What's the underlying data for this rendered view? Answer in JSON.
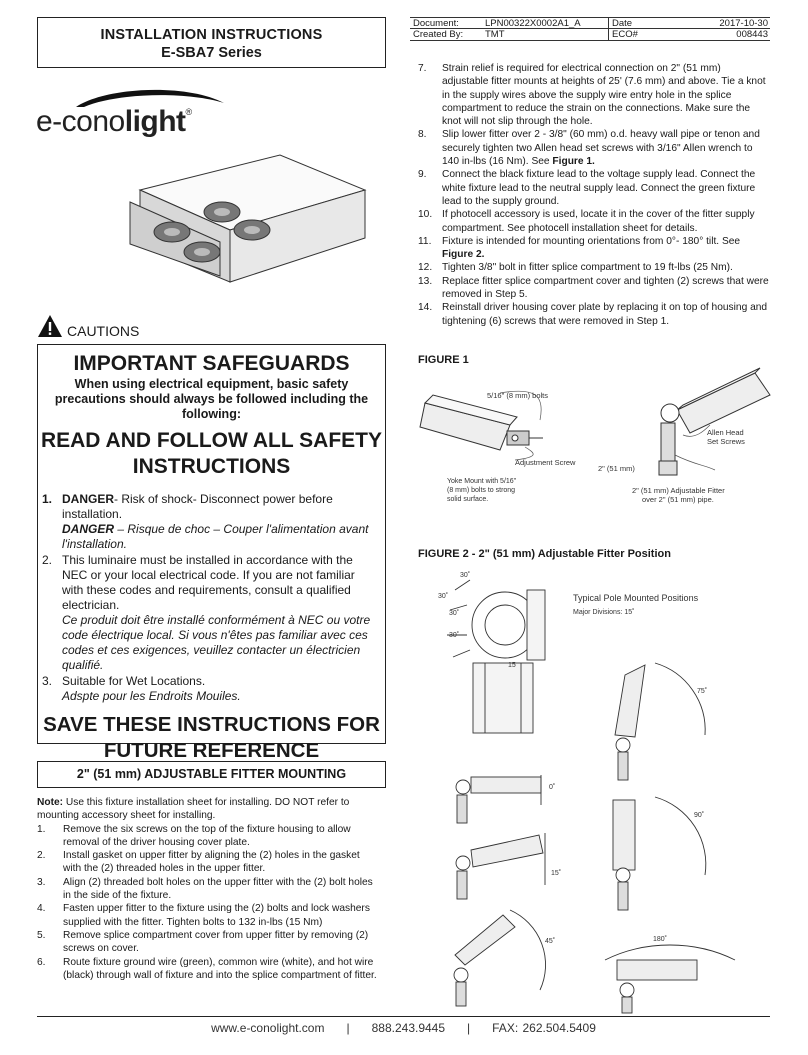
{
  "header": {
    "title": "INSTALLATION INSTRUCTIONS",
    "series": "E-SBA7 Series"
  },
  "meta": {
    "document_label": "Document:",
    "document_value": "LPN00322X0002A1_A",
    "date_label": "Date",
    "date_value": "2017-10-30",
    "created_label": "Created By:",
    "created_value": "TMT",
    "eco_label": "ECO#",
    "eco_value": "008443"
  },
  "logo": {
    "light": "e-cono",
    "bold": "light",
    "reg": "®"
  },
  "cautions": {
    "label": "CAUTIONS"
  },
  "safeguards": {
    "title": "IMPORTANT SAFEGUARDS",
    "subtitle": "When using electrical equipment, basic safety precautions should always be followed including the following:",
    "read": "READ AND FOLLOW ALL SAFETY INSTRUCTIONS",
    "items": [
      {
        "num": "1.",
        "en_bold": "DANGER",
        "en": "- Risk of shock- Disconnect power before installation.",
        "fr_bold": "DANGER",
        "fr": " – Risque de choc – Couper l'alimentation avant l'installation."
      },
      {
        "num": "2.",
        "en_bold": "",
        "en": "This luminaire must be installed in accordance with the NEC or your local electrical code. If you are not familiar with these codes and requirements, consult a qualified electrician.",
        "fr_bold": "",
        "fr": "Ce produit doit être installé conformément à NEC ou votre code électrique local. Si vous n'êtes pas familiar avec ces codes et ces exigences, veuillez contacter un électricien qualifié."
      },
      {
        "num": "3.",
        "en_bold": "",
        "en": "Suitable for Wet Locations.",
        "fr_bold": "",
        "fr": "Adspte pour les Endroits Mouiles."
      }
    ],
    "save": "SAVE THESE INSTRUCTIONS FOR FUTURE REFERENCE"
  },
  "fitter": {
    "heading": "2\" (51 mm) ADJUSTABLE FITTER MOUNTING",
    "note_bold": "Note:",
    "note": " Use this fixture installation sheet for installing. DO NOT refer to mounting accessory sheet for installing.",
    "steps_left": [
      {
        "num": "1.",
        "text": "Remove the six screws on the top of the fixture housing to allow removal of the driver housing cover plate."
      },
      {
        "num": "2.",
        "text": " Install gasket on upper fitter by aligning the (2) holes in the gasket with the (2) threaded holes in the upper fitter."
      },
      {
        "num": "3.",
        "text": "Align (2) threaded bolt holes on the upper fitter with the (2) bolt holes in the side of the fixture."
      },
      {
        "num": "4.",
        "text": "Fasten upper fitter to the fixture using the (2) bolts and lock washers supplied with the fitter. Tighten bolts to 132 in-lbs (15 Nm)"
      },
      {
        "num": "5.",
        "text": " Remove splice compartment cover from upper fitter by removing (2) screws on cover."
      },
      {
        "num": "6.",
        "text": "Route fixture ground wire (green), common wire (white), and hot wire (black) through wall of fixture and into the splice compartment of fitter."
      }
    ],
    "steps_right": [
      {
        "num": "7.",
        "text": "Strain relief is required for electrical connection on 2\" (51 mm) adjustable fitter mounts at heights of 25' (7.6 mm) and above. Tie a knot in the supply wires above the supply wire entry hole in the splice compartment to reduce the strain on the connections. Make sure the knot will not slip through the hole.",
        "ref": ""
      },
      {
        "num": "8.",
        "text": "Slip lower fitter over 2 - 3/8\" (60 mm) o.d. heavy wall pipe or tenon and securely tighten two Allen head set screws with 3/16\" Allen wrench to 140 in-lbs (16 Nm). See ",
        "ref": "Figure 1."
      },
      {
        "num": "9.",
        "text": "Connect the black fixture lead to the voltage supply lead. Connect the white fixture lead to the neutral supply lead. Connect the green fixture lead to the supply ground.",
        "ref": ""
      },
      {
        "num": "10.",
        "text": " If photocell accessory is used, locate it in the cover of the fitter supply compartment. See photocell installation sheet for details.",
        "ref": ""
      },
      {
        "num": "11.",
        "text": "Fixture is intended for mounting orientations from 0°- 180° tilt. See ",
        "ref": "Figure 2."
      },
      {
        "num": "12.",
        "text": "Tighten 3/8\" bolt in fitter splice compartment to 19 ft-lbs (25 Nm).",
        "ref": ""
      },
      {
        "num": "13.",
        "text": "Replace fitter splice compartment cover and tighten (2) screws that were removed in Step 5.",
        "ref": ""
      },
      {
        "num": "14.",
        "text": "Reinstall driver housing cover plate by replacing it on top of housing and tightening (6) screws that were removed in Step 1.",
        "ref": ""
      }
    ]
  },
  "figure1": {
    "label": "FIGURE 1",
    "bolts": "5/16\" (8 mm) bolts",
    "adjustment": "Adjustment Screw",
    "yoke1": "Yoke Mount with 5/16\"",
    "yoke2": "(8 mm) bolts to strong",
    "yoke3": "solid surface.",
    "allen1": "Allen Head",
    "allen2": "Set Screws",
    "pipe": "2\" (51 mm)",
    "fitter1": "2\" (51 mm) Adjustable Fitter",
    "fitter2": "over 2\" (51 mm) pipe."
  },
  "figure2": {
    "label": "FIGURE 2 -  2\" (51 mm) Adjustable Fitter Position",
    "typical": "Typical Pole Mounted Positions",
    "major": "Major Divisions: 15˚",
    "dial_labels": [
      "30˚",
      "30˚",
      "30˚",
      "30˚",
      "15"
    ],
    "angles": [
      "75˚",
      "0˚",
      "90˚",
      "15˚",
      "45˚",
      "180˚"
    ]
  },
  "footer": {
    "web": "www.e-conolight.com",
    "sep": "|",
    "phone": "888.243.9445",
    "fax": "FAX: 262.504.5409"
  }
}
